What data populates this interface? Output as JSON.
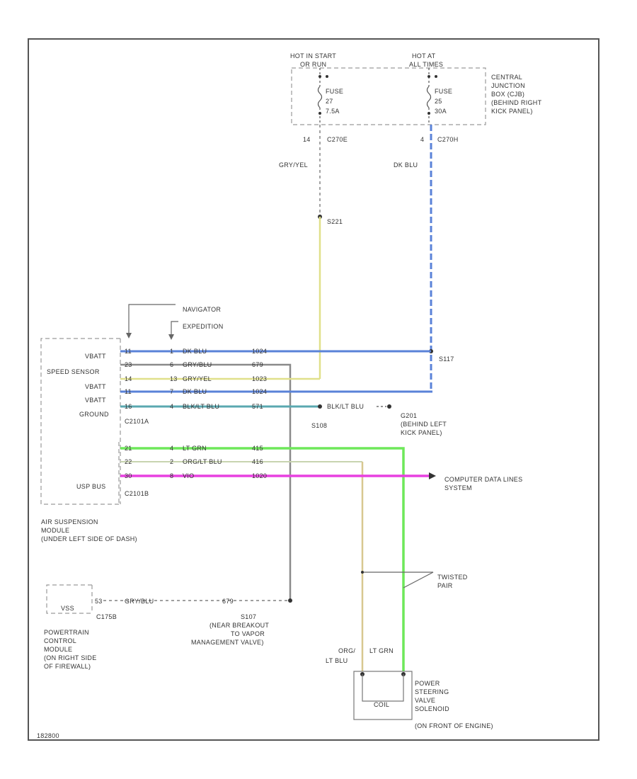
{
  "colors": {
    "frame": "#555555",
    "dashed_box": "#9a9a9a",
    "dk_blu": "#5a82d8",
    "gry_blu": "#8a8a8a",
    "gry_yel": "#e0e08a",
    "blk_lt_blu": "#5aa8b0",
    "lt_grn": "#6ee85a",
    "org_lt_blu": "#c8d4b0",
    "org_lt_blu_vertical": "#d8c890",
    "vio": "#e840e0"
  },
  "fuse_box": {
    "hot_start": [
      "HOT IN START",
      "OR RUN"
    ],
    "hot_all": [
      "HOT AT",
      "ALL TIMES"
    ],
    "fuse_left": [
      "FUSE",
      "27",
      "7.5A"
    ],
    "fuse_right": [
      "FUSE",
      "25",
      "30A"
    ],
    "box_label": [
      "CENTRAL",
      "JUNCTION",
      "BOX (CJB)",
      "(BEHIND RIGHT",
      "KICK PANEL)"
    ],
    "pin_left": "14",
    "conn_left": "C270E",
    "pin_right": "4",
    "conn_right": "C270H"
  },
  "wires_top": {
    "left_color": "GRY/YEL",
    "right_color": "DK BLU",
    "splice_s221": "S221",
    "splice_s117": "S117"
  },
  "vehicles": {
    "navigator": "NAVIGATOR",
    "expedition": "EXPEDITION"
  },
  "module": {
    "pins_a": [
      "VBATT",
      "SPEED SENSOR",
      "VBATT",
      "VBATT",
      "GROUND"
    ],
    "conn_a": "C2101A",
    "usp_bus": "USP BUS",
    "conn_b": "C2101B",
    "name": [
      "AIR SUSPENSION",
      "MODULE",
      "(UNDER LEFT SIDE OF DASH)"
    ]
  },
  "rows": [
    {
      "pin": "11",
      "n": "1",
      "color": "DK BLU",
      "circuit": "1024"
    },
    {
      "pin": "23",
      "n": "6",
      "color": "GRY/BLU",
      "circuit": "679"
    },
    {
      "pin": "14",
      "n": "13",
      "color": "GRY/YEL",
      "circuit": "1023"
    },
    {
      "pin": "11",
      "n": "7",
      "color": "DK BLU",
      "circuit": "1024"
    },
    {
      "pin": "16",
      "n": "4",
      "color": "BLK/LT BLU",
      "circuit": "571"
    },
    {
      "pin": "21",
      "n": "4",
      "color": "LT GRN",
      "circuit": "415"
    },
    {
      "pin": "22",
      "n": "2",
      "color": "ORG/LT BLU",
      "circuit": "416"
    },
    {
      "pin": "30",
      "n": "8",
      "color": "VIO",
      "circuit": "1020"
    }
  ],
  "ground": {
    "wire": "BLK/LT BLU",
    "splice": "S108",
    "name": [
      "G201",
      "(BEHIND LEFT",
      "KICK PANEL)"
    ]
  },
  "computer_data_lines": [
    "COMPUTER DATA LINES",
    "SYSTEM"
  ],
  "pcm": {
    "vss": "VSS",
    "pin": "53",
    "conn": "C175B",
    "wire_color": "GRY/BLU",
    "wire_circuit": "679",
    "name": [
      "POWERTRAIN",
      "CONTROL",
      "MODULE",
      "(ON RIGHT SIDE",
      "OF FIREWALL)"
    ]
  },
  "s107": [
    "S107",
    "(NEAR BREAKOUT",
    "TO VAPOR",
    "MANAGEMENT VALVE)"
  ],
  "twisted": [
    "TWISTED",
    "PAIR"
  ],
  "solenoid": {
    "left_color": [
      "ORG/",
      "LT BLU"
    ],
    "right_color": "LT GRN",
    "coil": "COIL",
    "name": [
      "POWER",
      "STEERING",
      "VALVE",
      "SOLENOID",
      "(ON FRONT OF ENGINE)"
    ]
  },
  "footer_code": "182800"
}
